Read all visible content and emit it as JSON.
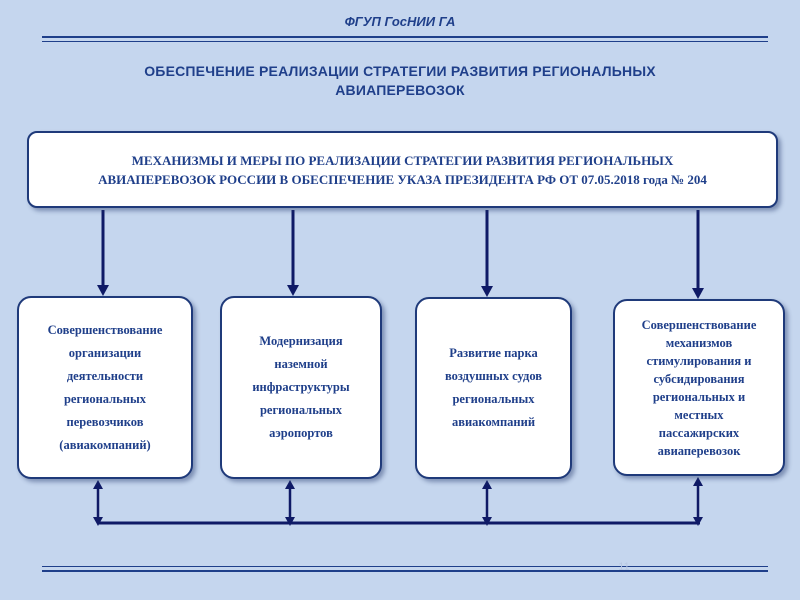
{
  "header": {
    "org": "ФГУП ГосНИИ ГА",
    "title_line1": "ОБЕСПЕЧЕНИЕ РЕАЛИЗАЦИИ СТРАТЕГИИ РАЗВИТИЯ РЕГИОНАЛЬНЫХ",
    "title_line2": "АВИАПЕРЕВОЗОК"
  },
  "top_box": {
    "line1": "МЕХАНИЗМЫ И МЕРЫ ПО РЕАЛИЗАЦИИ СТРАТЕГИИ РАЗВИТИЯ РЕГИОНАЛЬНЫХ",
    "line2": "АВИАПЕРЕВОЗОК РОССИИ В ОБЕСПЕЧЕНИЕ УКАЗА ПРЕЗИДЕНТА РФ ОТ 07.05.2018 года № 204"
  },
  "boxes": [
    {
      "text": "Совершенствование\nорганизации\nдеятельности\nрегиональных\nперевозчиков\n(авиакомпаний)"
    },
    {
      "text": "Модернизация\nназемной\nинфраструктуры\nрегиональных\nаэропортов"
    },
    {
      "text": "Развитие парка\nвоздушных судов\nрегиональных\nавиакомпаний"
    },
    {
      "text": "Совершенствование\nмеханизмов\nстимулирования и\nсубсидирования\nрегиональных и\nместных\nпассажирских\nавиаперевозок"
    }
  ],
  "colors": {
    "background": "#c5d6ee",
    "accent": "#1f3f8a",
    "connector": "#0f1a66"
  },
  "page_number": "11"
}
